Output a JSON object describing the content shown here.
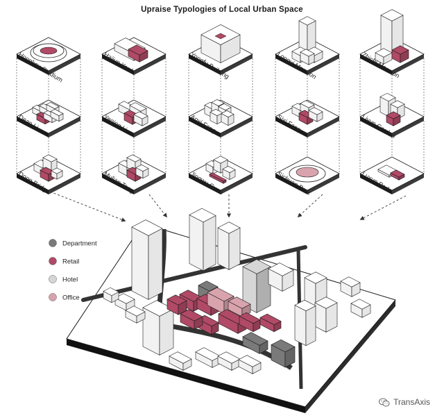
{
  "title": "Upraise Typologies of Local Urban Space",
  "typologies": [
    {
      "label": "Hongkou Stadium"
    },
    {
      "label": "Haijun Yard"
    },
    {
      "label": "Yongfu Building"
    },
    {
      "label": "Longyi Mansion"
    },
    {
      "label": "Zhichi Mansion"
    },
    {
      "label": "Dean Li"
    },
    {
      "label": "Yeqing Li"
    },
    {
      "label": "Anxi Fang"
    },
    {
      "label": "Sixi Fang"
    },
    {
      "label": "Liyun Garden"
    },
    {
      "label": "Dong Bridge"
    },
    {
      "label": "Mulian Tang"
    },
    {
      "label": "Jingwu Guan"
    },
    {
      "label": "Sichuan Park"
    },
    {
      "label": "Luxun Park"
    }
  ],
  "legend": [
    {
      "label": "Department",
      "color": "#7a7a7a"
    },
    {
      "label": "Retail",
      "color": "#b04a66"
    },
    {
      "label": "Hotel",
      "color": "#d6d6d6"
    },
    {
      "label": "Office",
      "color": "#d9a3ad"
    }
  ],
  "colors": {
    "accent": "#b04a66",
    "soft_accent": "#d9a3ad",
    "line": "#1a1a1a",
    "slab_side": "#1a1a1a"
  },
  "watermark": {
    "text": "TransAxis",
    "icon": "wechat-icon"
  }
}
